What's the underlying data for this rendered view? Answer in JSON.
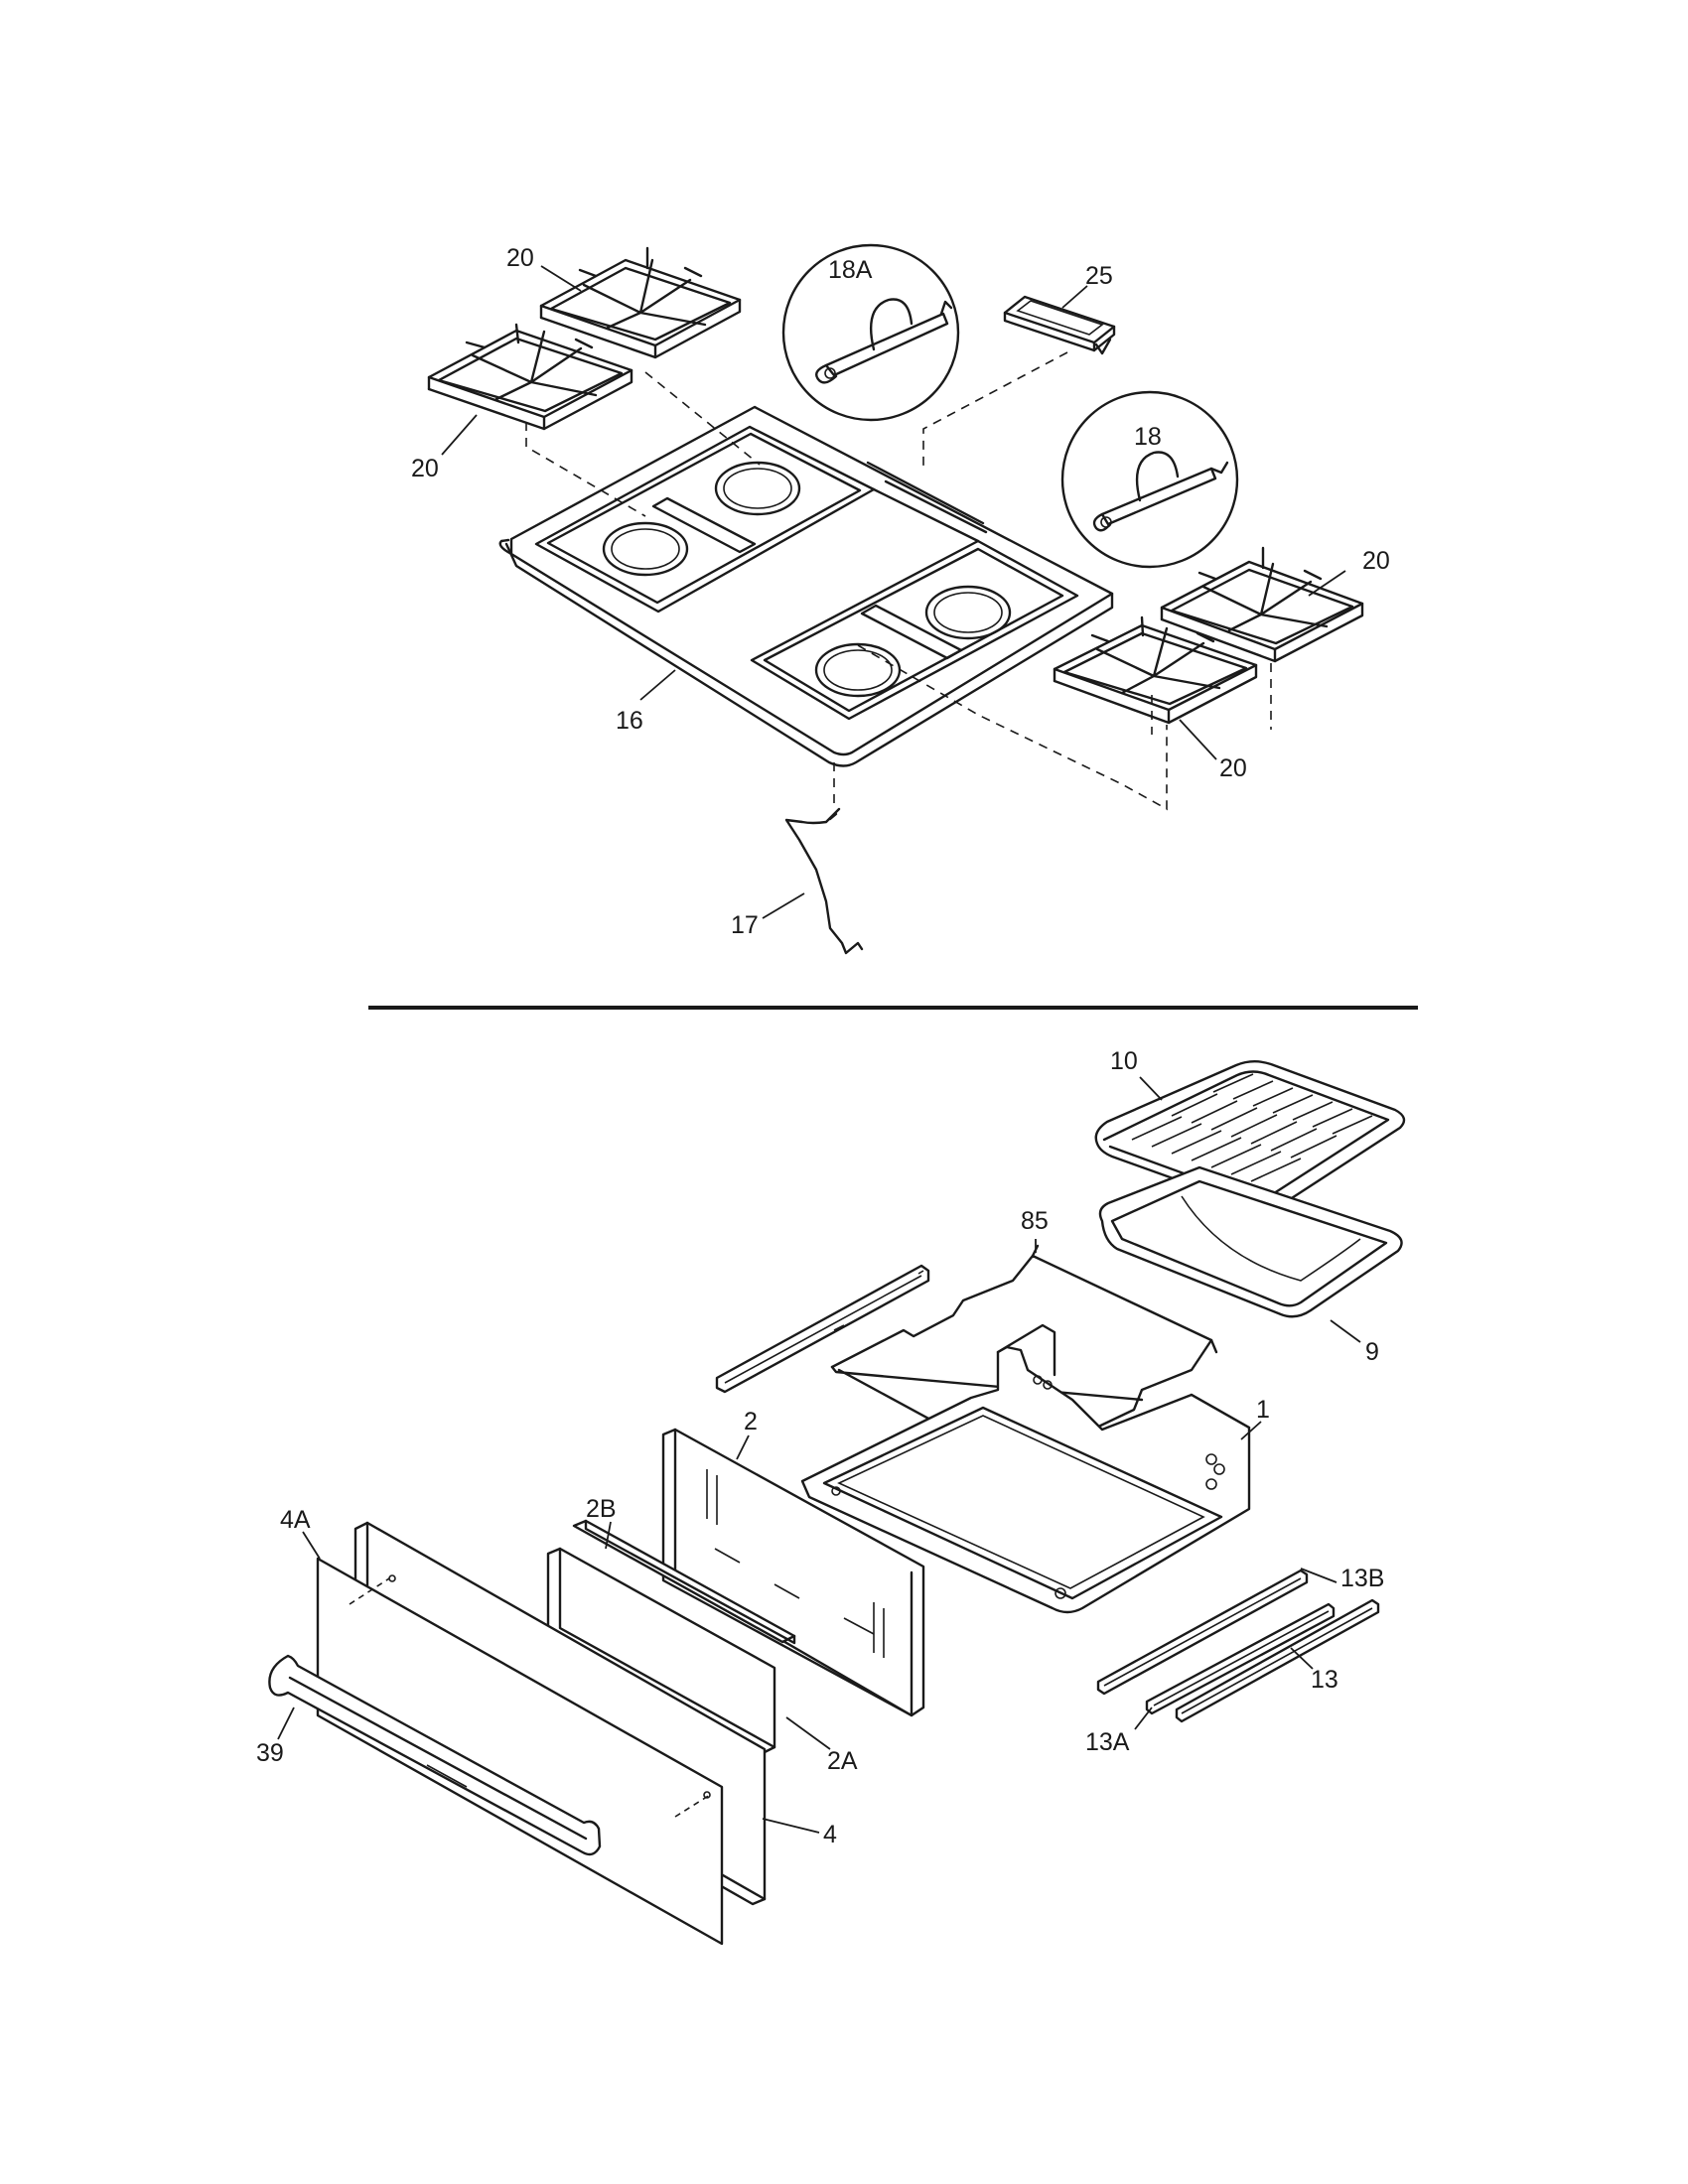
{
  "labels": {
    "p20_a": "20",
    "p20_b": "20",
    "p20_c": "20",
    "p20_d": "20",
    "p18A": "18A",
    "p25": "25",
    "p18": "18",
    "p16": "16",
    "p17": "17",
    "p10": "10",
    "p85": "85",
    "p9": "9",
    "p1": "1",
    "p2": "2",
    "p2B": "2B",
    "p4A": "4A",
    "p13B": "13B",
    "p13": "13",
    "p13A": "13A",
    "p2A": "2A",
    "p39": "39",
    "p4": "4"
  }
}
